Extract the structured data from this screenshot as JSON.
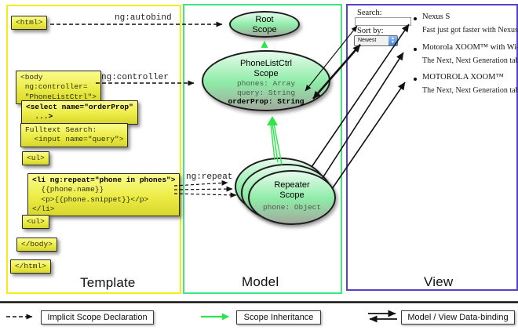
{
  "colors": {
    "template_border": "#f2ed18",
    "model_border": "#42e583",
    "view_border": "#5742c8",
    "code_box_fill": "#ecec46",
    "scope_fill": "#8feca8",
    "inheritance_arrow": "#2ce64a"
  },
  "sections": {
    "template": {
      "label": "Template"
    },
    "model": {
      "label": "Model"
    },
    "view": {
      "label": "View"
    }
  },
  "directives": {
    "autobind": "ng:autobind",
    "controller": "ng:controller",
    "repeat": "ng:repeat"
  },
  "template_boxes": {
    "html_open": "<html>",
    "body_open": "<body\n ng:controller=\n \"PhoneListCtrl\">",
    "select": "<select name=\"orderProp\"\n  ...>",
    "fulltext": "Fulltext Search:\n  <input name=\"query\">",
    "ul_open": "<ul>",
    "li_line1": "<li ng:repeat=\"phone in phones\">",
    "li_rest": "  {{phone.name}}\n  <p>{{phone.snippet}}</p>\n</li>",
    "ul_close": "<ul>",
    "body_close": "</body>",
    "html_close": "</html>"
  },
  "scopes": {
    "root": {
      "title": "Root\nScope"
    },
    "phonelist": {
      "title": "PhoneListCtrl\nScope",
      "props": "phones: Array\nquery: String",
      "prop_bold": "orderProp: String"
    },
    "repeater": {
      "title": "Repeater\nScope",
      "prop": "phone: Object"
    }
  },
  "view_panel": {
    "search_label": "Search:",
    "search_value": "",
    "sort_label": "Sort by:",
    "sort_value": "Newest",
    "items": [
      {
        "title": "Nexus S",
        "desc": "Fast just got faster with Nexus S."
      },
      {
        "title": "Motorola XOOM™ with Wi-Fi",
        "desc": "The Next, Next Generation tablet."
      },
      {
        "title": "MOTOROLA XOOM™",
        "desc": "The Next, Next Generation tablet."
      }
    ]
  },
  "legend": {
    "implicit": "Implicit Scope Declaration",
    "inheritance": "Scope Inheritance",
    "databinding": "Model / View Data-binding"
  }
}
